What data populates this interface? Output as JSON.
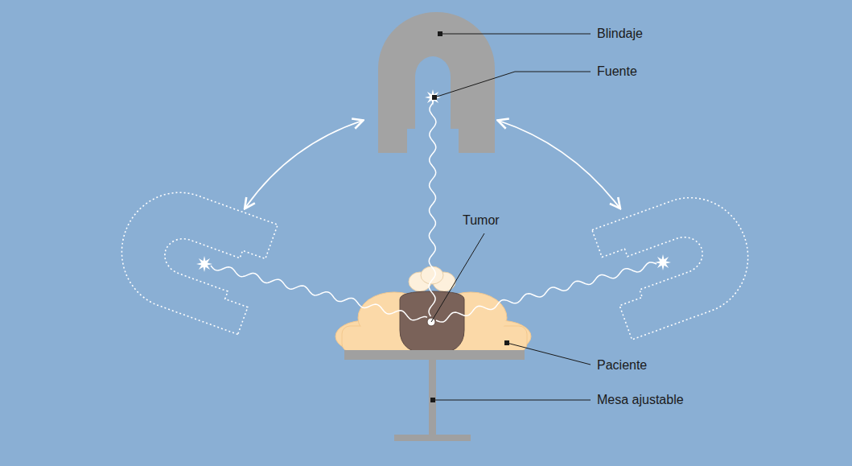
{
  "diagram": {
    "labels": [
      "Blindaje",
      "Fuente",
      "Tumor",
      "Paciente",
      "Mesa ajustable"
    ]
  }
}
